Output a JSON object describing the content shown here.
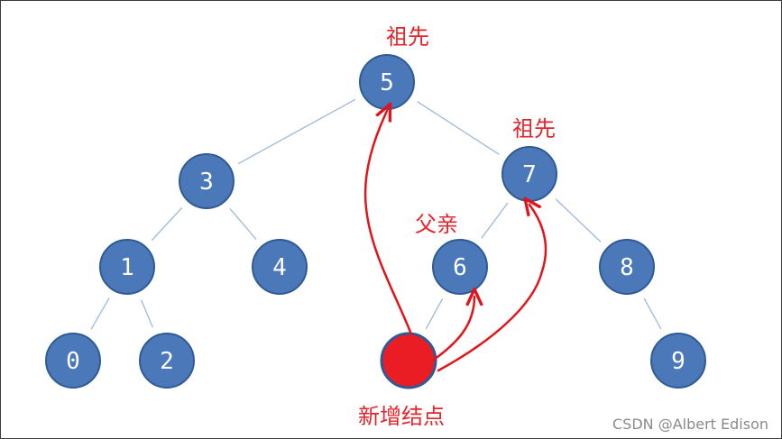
{
  "nodes": [
    {
      "id": "5",
      "label": "5"
    },
    {
      "id": "3",
      "label": "3"
    },
    {
      "id": "7",
      "label": "7"
    },
    {
      "id": "1",
      "label": "1"
    },
    {
      "id": "4",
      "label": "4"
    },
    {
      "id": "6",
      "label": "6"
    },
    {
      "id": "8",
      "label": "8"
    },
    {
      "id": "0",
      "label": "0"
    },
    {
      "id": "2",
      "label": "2"
    },
    {
      "id": "9",
      "label": "9"
    },
    {
      "id": "new",
      "label": ""
    }
  ],
  "edges": [
    [
      "5",
      "3"
    ],
    [
      "5",
      "7"
    ],
    [
      "3",
      "1"
    ],
    [
      "3",
      "4"
    ],
    [
      "7",
      "6"
    ],
    [
      "7",
      "8"
    ],
    [
      "1",
      "0"
    ],
    [
      "1",
      "2"
    ],
    [
      "8",
      "9"
    ],
    [
      "6",
      "new"
    ]
  ],
  "arrows": [
    {
      "from": "new",
      "to": "5"
    },
    {
      "from": "new",
      "to": "7"
    },
    {
      "from": "new",
      "to": "6"
    }
  ],
  "annotations": {
    "ancestor_top": "祖先",
    "ancestor_right": "祖先",
    "parent": "父亲",
    "new_node": "新增结点"
  },
  "colors": {
    "node_fill": "#4a78b8",
    "node_stroke": "#2f5a94",
    "edge": "#9bbad8",
    "new_node_fill": "#ea1c24",
    "new_node_stroke": "#2f5a94",
    "arrow": "#e3131b",
    "annotation": "#e3262b"
  },
  "watermark": "CSDN @Albert Edison"
}
